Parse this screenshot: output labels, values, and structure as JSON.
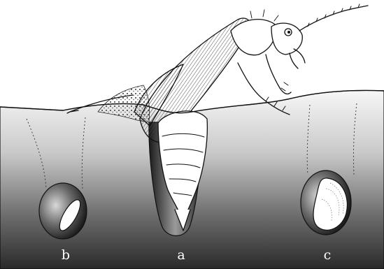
{
  "labels": {
    "b": "b",
    "a": "a",
    "c": "c"
  },
  "colors": {
    "soil_top": "#f7f7f7",
    "soil_bottom": "#2a2a2a",
    "outline": "#111111",
    "beetle_fill": "#ffffff",
    "wing_hatch": "#444444",
    "burrow_dark": "#1a1a1a",
    "egg_fill": "#ffffff"
  }
}
